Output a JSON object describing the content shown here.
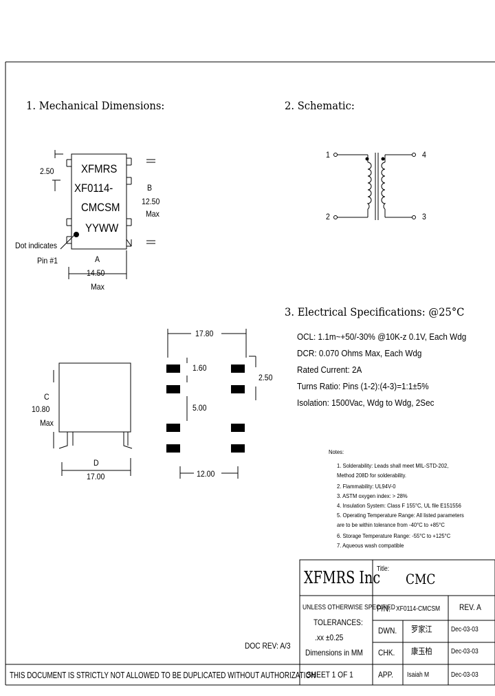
{
  "sections": {
    "mechanical": "1. Mechanical Dimensions:",
    "schematic": "2. Schematic:",
    "electrical": "3. Electrical Specifications: @25°C"
  },
  "part_marking": [
    "XFMRS",
    "XF0114-",
    "CMCSM",
    "YYWW"
  ],
  "mech_dims": {
    "pitch": "2.50",
    "height_label": "B",
    "height": "12.50",
    "height_max": "Max",
    "width_label": "A",
    "width": "14.50",
    "width_max": "Max",
    "dot_note_1": "Dot indicates",
    "dot_note_2": "Pin #1"
  },
  "side_dims": {
    "c_label": "C",
    "c_value": "10.80",
    "c_max": "Max",
    "d_label": "D",
    "d_value": "17.00"
  },
  "pad_dims": {
    "overall": "17.80",
    "pad_height": "1.60",
    "pitch": "2.50",
    "gap": "5.00",
    "spacing": "12.00"
  },
  "schematic_pins": {
    "p1": "1",
    "p2": "2",
    "p3": "3",
    "p4": "4"
  },
  "specs": [
    "OCL: 1.1m~+50/-30% @10K-z 0.1V, Each Wdg",
    "DCR: 0.070 Ohms Max, Each Wdg",
    "Rated Current: 2A",
    "Turns Ratio: Pins (1-2):(4-3)=1:1±5%",
    "Isolation: 1500Vac, Wdg to Wdg, 2Sec"
  ],
  "notes_title": "Notes:",
  "notes": [
    "1. Solderability: Leads shall meet MIL-STD-202,",
    "    Method 208D for solderability.",
    "2. Flammability: UL94V-0",
    "3. ASTM oxygen index: > 28%",
    "4. Insulation System: Class F 155°C, UL file E151556",
    "5. Operating Temperature Range: All listed parameters",
    "    are to be within tolerance from -40°C to +85°C",
    "6. Storage Temperature Range: -55°C to +125°C",
    "7. Aqueous wash compatible"
  ],
  "title_block": {
    "company": "XFMRS Inc",
    "title_label": "Title:",
    "title": "CMC",
    "unless": "UNLESS OTHERWISE SPECIFIED",
    "tolerances": "TOLERANCES:",
    "tol_value": ".xx ±0.25",
    "dims_in": "Dimensions in MM",
    "pn_label": "P/N:",
    "pn": "XF0114-CMCSM",
    "rev": "REV. A",
    "dwn_label": "DWN.",
    "dwn_name": "罗家江",
    "dwn_date": "Dec-03-03",
    "chk_label": "CHK.",
    "chk_name": "康玉柏",
    "chk_date": "Dec-03-03",
    "app_label": "APP.",
    "app_name": "Isaiah M",
    "app_date": "Dec-03-03",
    "sheet": "SHEET 1 OF 1",
    "doc_rev": "DOC REV: A/3"
  },
  "footer": "THIS DOCUMENT IS STRICTLY NOT ALLOWED TO BE DUPLICATED WITHOUT AUTHORIZATION"
}
